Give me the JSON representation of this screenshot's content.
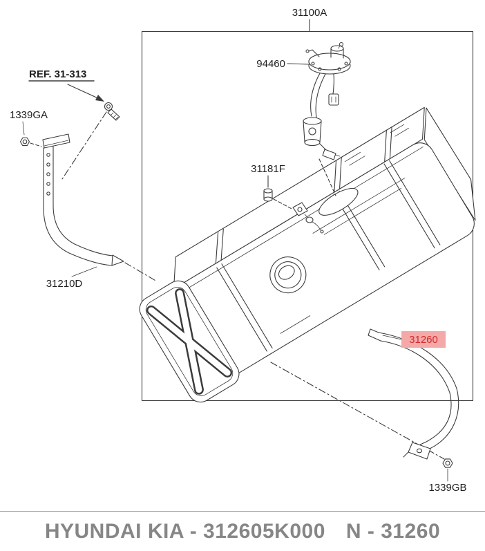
{
  "diagram": {
    "callouts": {
      "assembly": "31100A",
      "pump_sender": "94460",
      "ref": "REF. 31-313",
      "nut_left": "1339GA",
      "vent_valve": "31181F",
      "bracket": "31210D",
      "strap": "31260",
      "nut_right": "1339GB"
    },
    "highlight": {
      "bg": "#f5a8a8",
      "text": "#d22d2d"
    },
    "line_color": "#3b3b3b"
  },
  "footer": {
    "brand": "HYUNDAI KIA",
    "part_number": "312605K000",
    "reference_number": "31260",
    "display_left": "HYUNDAI KIA - 312605K000",
    "display_right": "N - 31260"
  }
}
